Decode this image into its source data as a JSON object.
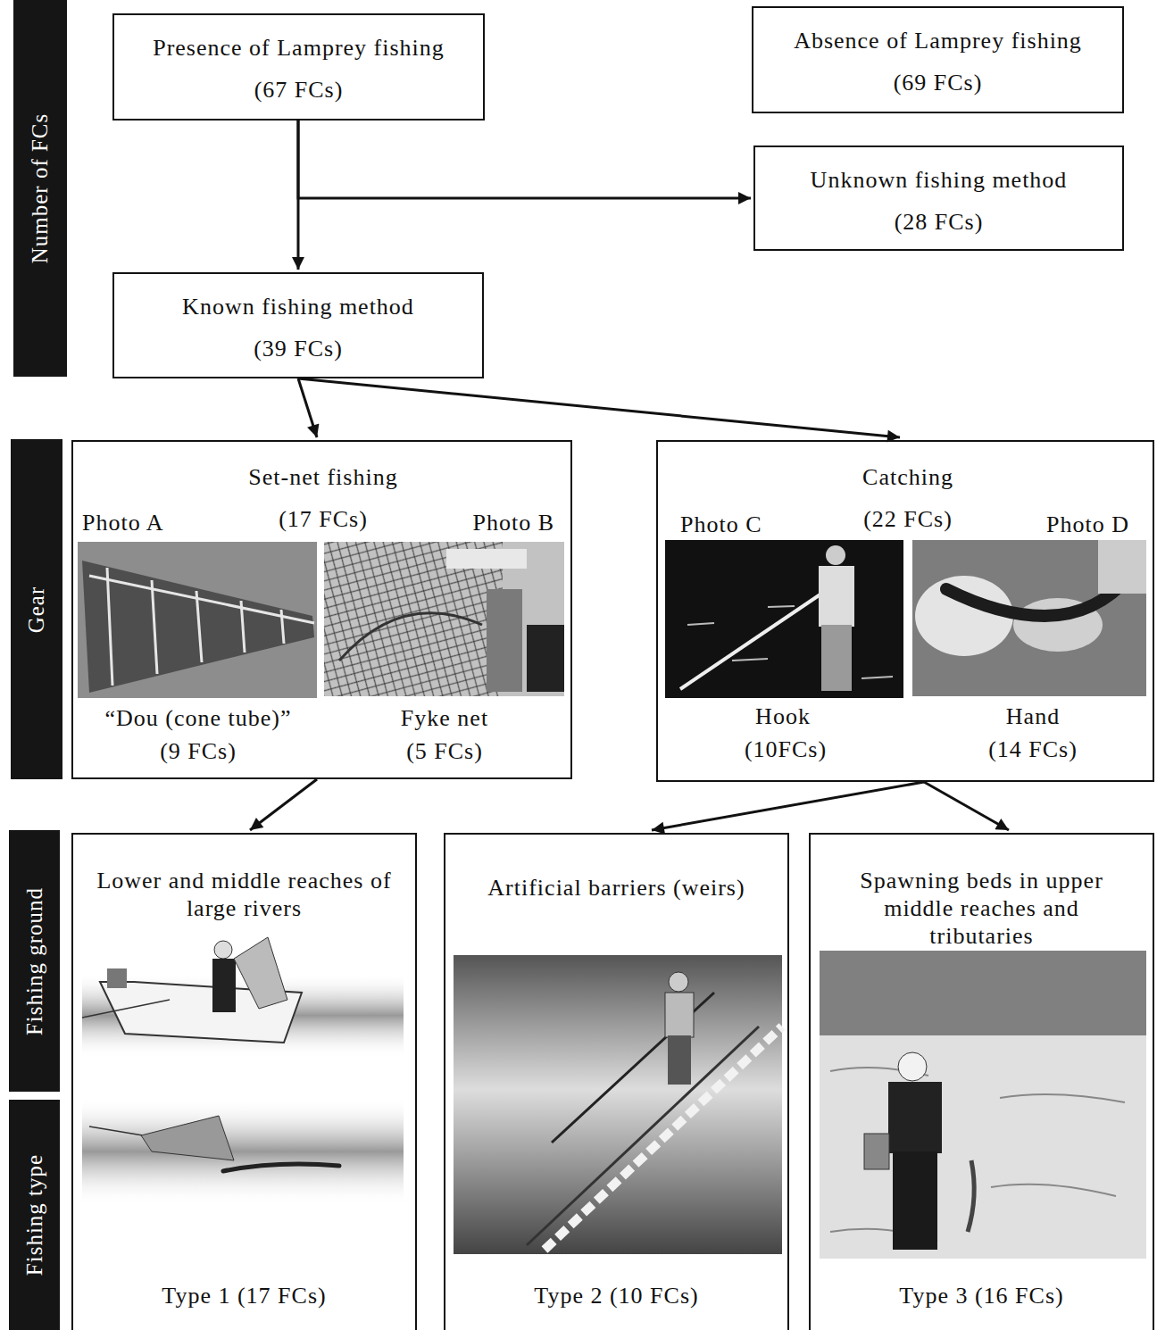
{
  "diagram": {
    "nodes": [
      {
        "text": [
          "Number of FCs"
        ]
      },
      {
        "text": [
          "Presence of Lamprey fishing",
          "(67 FCs)"
        ]
      },
      {
        "text": [
          "Absence of Lamprey fishing",
          "(69 FCs)"
        ]
      },
      {
        "text": [
          "Unknown fishing method",
          "(28 FCs)"
        ]
      },
      {
        "text": [
          "Known fishing method",
          "(39 FCs)"
        ]
      },
      {
        "text": [
          "Gear"
        ]
      },
      {
        "text": [
          "Set-net fishing",
          "(17 FCs)",
          "Photo A",
          "Photo B",
          "“Dou (cone tube)”",
          "(9 FCs)",
          "Fyke net",
          "(5 FCs)"
        ]
      },
      {
        "text": [
          "Catching",
          "(22 FCs)",
          "Photo C",
          "Photo D",
          "Hook",
          "(10FCs)",
          "Hand",
          "(14 FCs)"
        ]
      },
      {
        "text": [
          "Fishing ground"
        ]
      },
      {
        "text": [
          "Fishing type"
        ]
      },
      {
        "text": [
          "Lower and middle reaches of large rivers",
          "Type 1 (17 FCs)"
        ]
      },
      {
        "text": [
          "Artificial barriers (weirs)",
          "Type 2 (10 FCs)"
        ]
      },
      {
        "text": [
          "Spawning beds in upper middle reaches and tributaries",
          "Type 3 (16 FCs)"
        ]
      }
    ],
    "edges": [
      {
        "from": 1,
        "to": 4,
        "arrow": "to"
      },
      {
        "from": 1,
        "to": 3,
        "arrow": "to"
      },
      {
        "from": 4,
        "to": 6,
        "arrow": "to"
      },
      {
        "from": 4,
        "to": 7,
        "arrow": "to"
      },
      {
        "from": 6,
        "to": 10,
        "arrow": "to"
      },
      {
        "from": 7,
        "to": 11,
        "arrow": "to"
      },
      {
        "from": 7,
        "to": 12,
        "arrow": "to"
      }
    ]
  }
}
